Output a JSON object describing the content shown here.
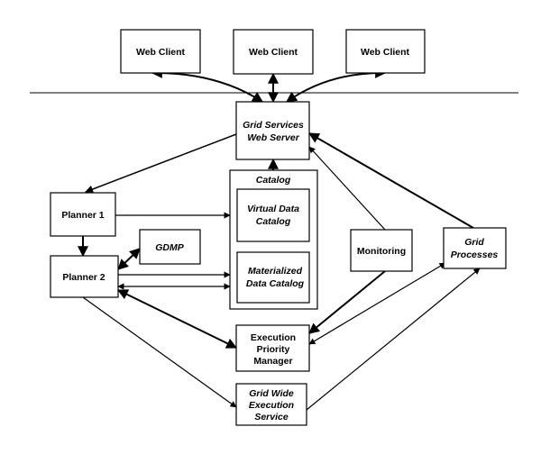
{
  "nodes": {
    "web_client_1": {
      "lines": [
        "Web Client"
      ],
      "italic": false
    },
    "web_client_2": {
      "lines": [
        "Web Client"
      ],
      "italic": false
    },
    "web_client_3": {
      "lines": [
        "Web Client"
      ],
      "italic": false
    },
    "grid_services": {
      "lines": [
        "Grid Services",
        "Web Server"
      ],
      "italic": true
    },
    "catalog": {
      "lines": [
        "Catalog"
      ],
      "italic": true
    },
    "virtual_data_catalog": {
      "lines": [
        "Virtual Data",
        "Catalog"
      ],
      "italic": true
    },
    "materialized_data_catalog": {
      "lines": [
        "Materialized",
        "Data Catalog"
      ],
      "italic": true
    },
    "planner_1": {
      "lines": [
        "Planner 1"
      ],
      "italic": false
    },
    "planner_2": {
      "lines": [
        "Planner 2"
      ],
      "italic": false
    },
    "gdmp": {
      "lines": [
        "GDMP"
      ],
      "italic": true
    },
    "monitoring": {
      "lines": [
        "Monitoring"
      ],
      "italic": false
    },
    "grid_processes": {
      "lines": [
        "Grid",
        "Processes"
      ],
      "italic": true
    },
    "execution_priority_manager": {
      "lines": [
        "Execution",
        "Priority",
        "Manager"
      ],
      "italic": false
    },
    "grid_wide_execution_service": {
      "lines": [
        "Grid Wide",
        "Execution",
        "Service"
      ],
      "italic": true
    }
  }
}
